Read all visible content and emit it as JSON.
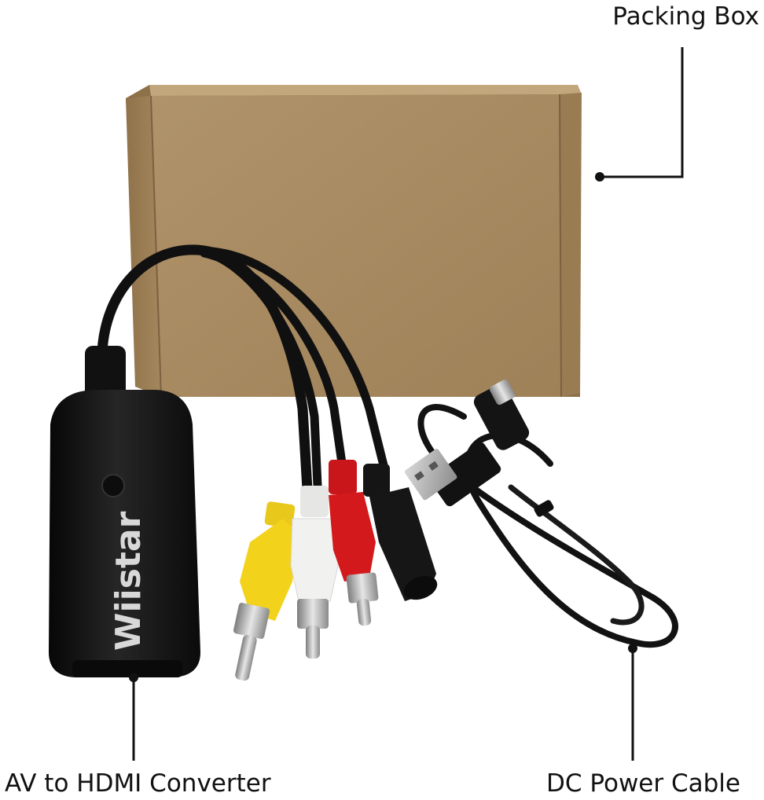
{
  "callouts": {
    "packing_box": "Packing Box",
    "converter": "AV to HDMI Converter",
    "power_cable": "DC Power Cable"
  },
  "brand_logo": "Wiistar",
  "colors": {
    "box": "#a98b5e",
    "box_edge": "#8c7048",
    "device": "#161616",
    "rca_yellow": "#f2d21a",
    "rca_white": "#f1f1ef",
    "rca_red": "#d4191c",
    "cable": "#111111"
  }
}
